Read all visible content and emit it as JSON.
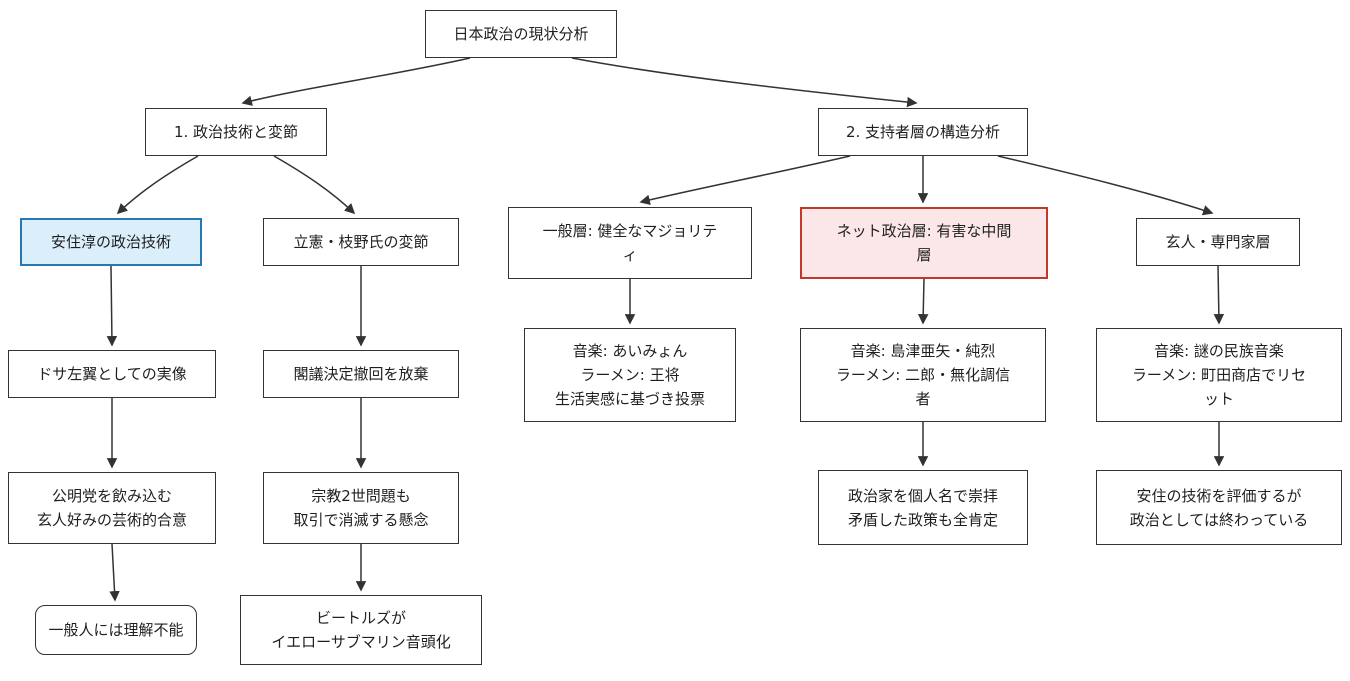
{
  "diagram_title": "日本政治の現状分析",
  "colors": {
    "node_fill": "#ffffff",
    "node_border": "#333333",
    "edge": "#333333",
    "text": "#1f1f1f",
    "highlight_blue_fill": "#dbeefb",
    "highlight_blue_border": "#2678b5",
    "highlight_red_fill": "#fbe7e7",
    "highlight_red_border": "#c0392b"
  },
  "nodes": {
    "root": {
      "label": "日本政治の現状分析"
    },
    "branch_politics": {
      "label": "1. 政治技術と変節"
    },
    "branch_supporters": {
      "label": "2. 支持者層の構造分析"
    },
    "azumi": {
      "label": "安住淳の政治技術"
    },
    "rikken": {
      "label": "立憲・枝野氏の変節"
    },
    "ippan": {
      "label": "一般層: 健全なマジョリティ"
    },
    "net_layer": {
      "label": "ネット政治層: 有害な中間層"
    },
    "kurouto": {
      "label": "玄人・専門家層"
    },
    "dosa": {
      "label": "ドサ左翼としての実像"
    },
    "kakugi": {
      "label": "閣議決定撤回を放棄"
    },
    "aimyon": {
      "label": "音楽: あいみょん\nラーメン: 王将\n生活実感に基づき投票"
    },
    "shimazu": {
      "label": "音楽: 島津亜矢・純烈\nラーメン: 二郎・無化調信者"
    },
    "nazo": {
      "label": "音楽: 謎の民族音楽\nラーメン: 町田商店でリセット"
    },
    "koumei": {
      "label": "公明党を飲み込む\n玄人好みの芸術的合意"
    },
    "shukyo": {
      "label": "宗教2世問題も\n取引で消滅する懸念"
    },
    "suhai": {
      "label": "政治家を個人名で崇拝\n矛盾した政策も全肯定"
    },
    "anju": {
      "label": "安住の技術を評価するが\n政治としては終わっている"
    },
    "rikai": {
      "label": "一般人には理解不能"
    },
    "beatles": {
      "label": "ビートルズが\nイエローサブマリン音頭化"
    }
  },
  "edges": [
    {
      "from": "root",
      "to": "branch_politics"
    },
    {
      "from": "root",
      "to": "branch_supporters"
    },
    {
      "from": "branch_politics",
      "to": "azumi"
    },
    {
      "from": "branch_politics",
      "to": "rikken"
    },
    {
      "from": "branch_supporters",
      "to": "ippan"
    },
    {
      "from": "branch_supporters",
      "to": "net_layer"
    },
    {
      "from": "branch_supporters",
      "to": "kurouto"
    },
    {
      "from": "azumi",
      "to": "dosa"
    },
    {
      "from": "rikken",
      "to": "kakugi"
    },
    {
      "from": "ippan",
      "to": "aimyon"
    },
    {
      "from": "net_layer",
      "to": "shimazu"
    },
    {
      "from": "kurouto",
      "to": "nazo"
    },
    {
      "from": "dosa",
      "to": "koumei"
    },
    {
      "from": "kakugi",
      "to": "shukyo"
    },
    {
      "from": "shimazu",
      "to": "suhai"
    },
    {
      "from": "nazo",
      "to": "anju"
    },
    {
      "from": "koumei",
      "to": "rikai"
    },
    {
      "from": "shukyo",
      "to": "beatles"
    }
  ]
}
